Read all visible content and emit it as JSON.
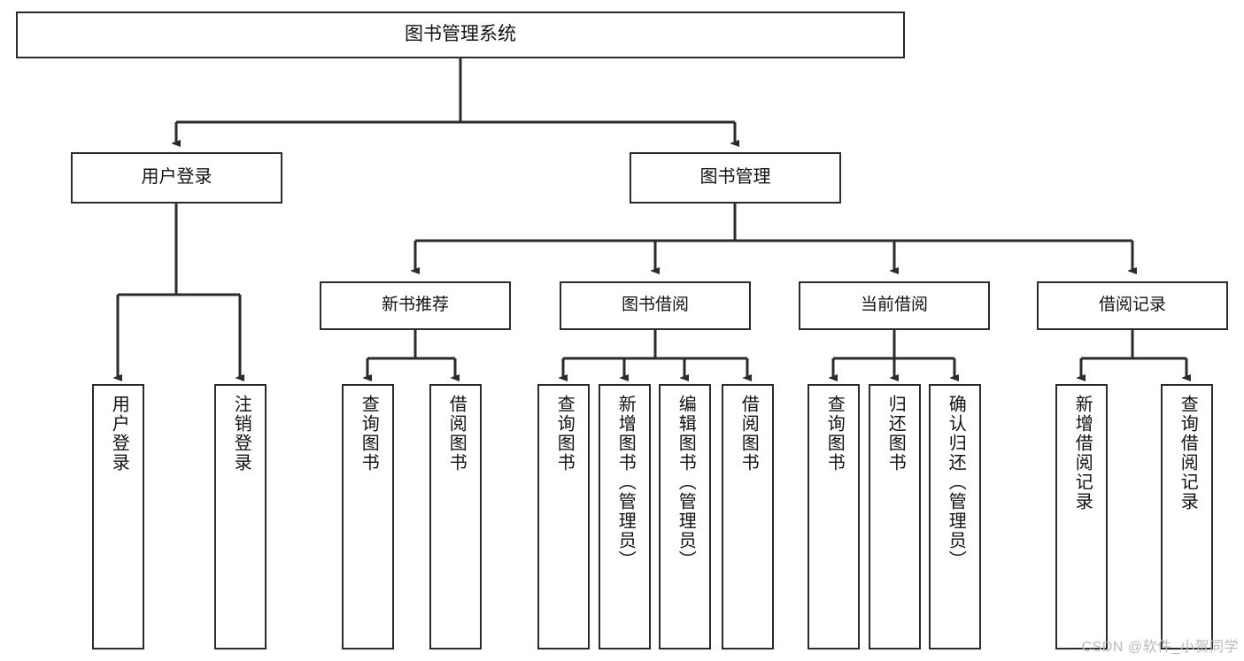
{
  "diagram": {
    "type": "tree",
    "title": "图书管理系统",
    "orientation": "top-down",
    "colors": {
      "box_border": "#2b2b2b",
      "box_fill": "#ffffff",
      "connector": "#2b2b2b",
      "text": "#111111",
      "watermark": "#b9b9b9"
    },
    "root": {
      "label": "图书管理系统"
    },
    "level1": [
      {
        "label": "用户登录"
      },
      {
        "label": "图书管理"
      }
    ],
    "level2": [
      {
        "label": "新书推荐"
      },
      {
        "label": "图书借阅"
      },
      {
        "label": "当前借阅"
      },
      {
        "label": "借阅记录"
      }
    ],
    "leaves": {
      "user_login": [
        {
          "label": "用户登录"
        },
        {
          "label": "注销登录"
        }
      ],
      "new_book_recommend": [
        {
          "label": "查询图书"
        },
        {
          "label": "借阅图书"
        }
      ],
      "book_borrow": [
        {
          "label": "查询图书"
        },
        {
          "label": "新增图书（管理员）"
        },
        {
          "label": "编辑图书（管理员）"
        },
        {
          "label": "借阅图书"
        }
      ],
      "current_borrow": [
        {
          "label": "查询图书"
        },
        {
          "label": "归还图书"
        },
        {
          "label": "确认归还（管理员）"
        }
      ],
      "borrow_record": [
        {
          "label": "新增借阅记录"
        },
        {
          "label": "查询借阅记录"
        }
      ]
    }
  },
  "watermark": {
    "text": "CSDN @软件_小贺同学"
  }
}
